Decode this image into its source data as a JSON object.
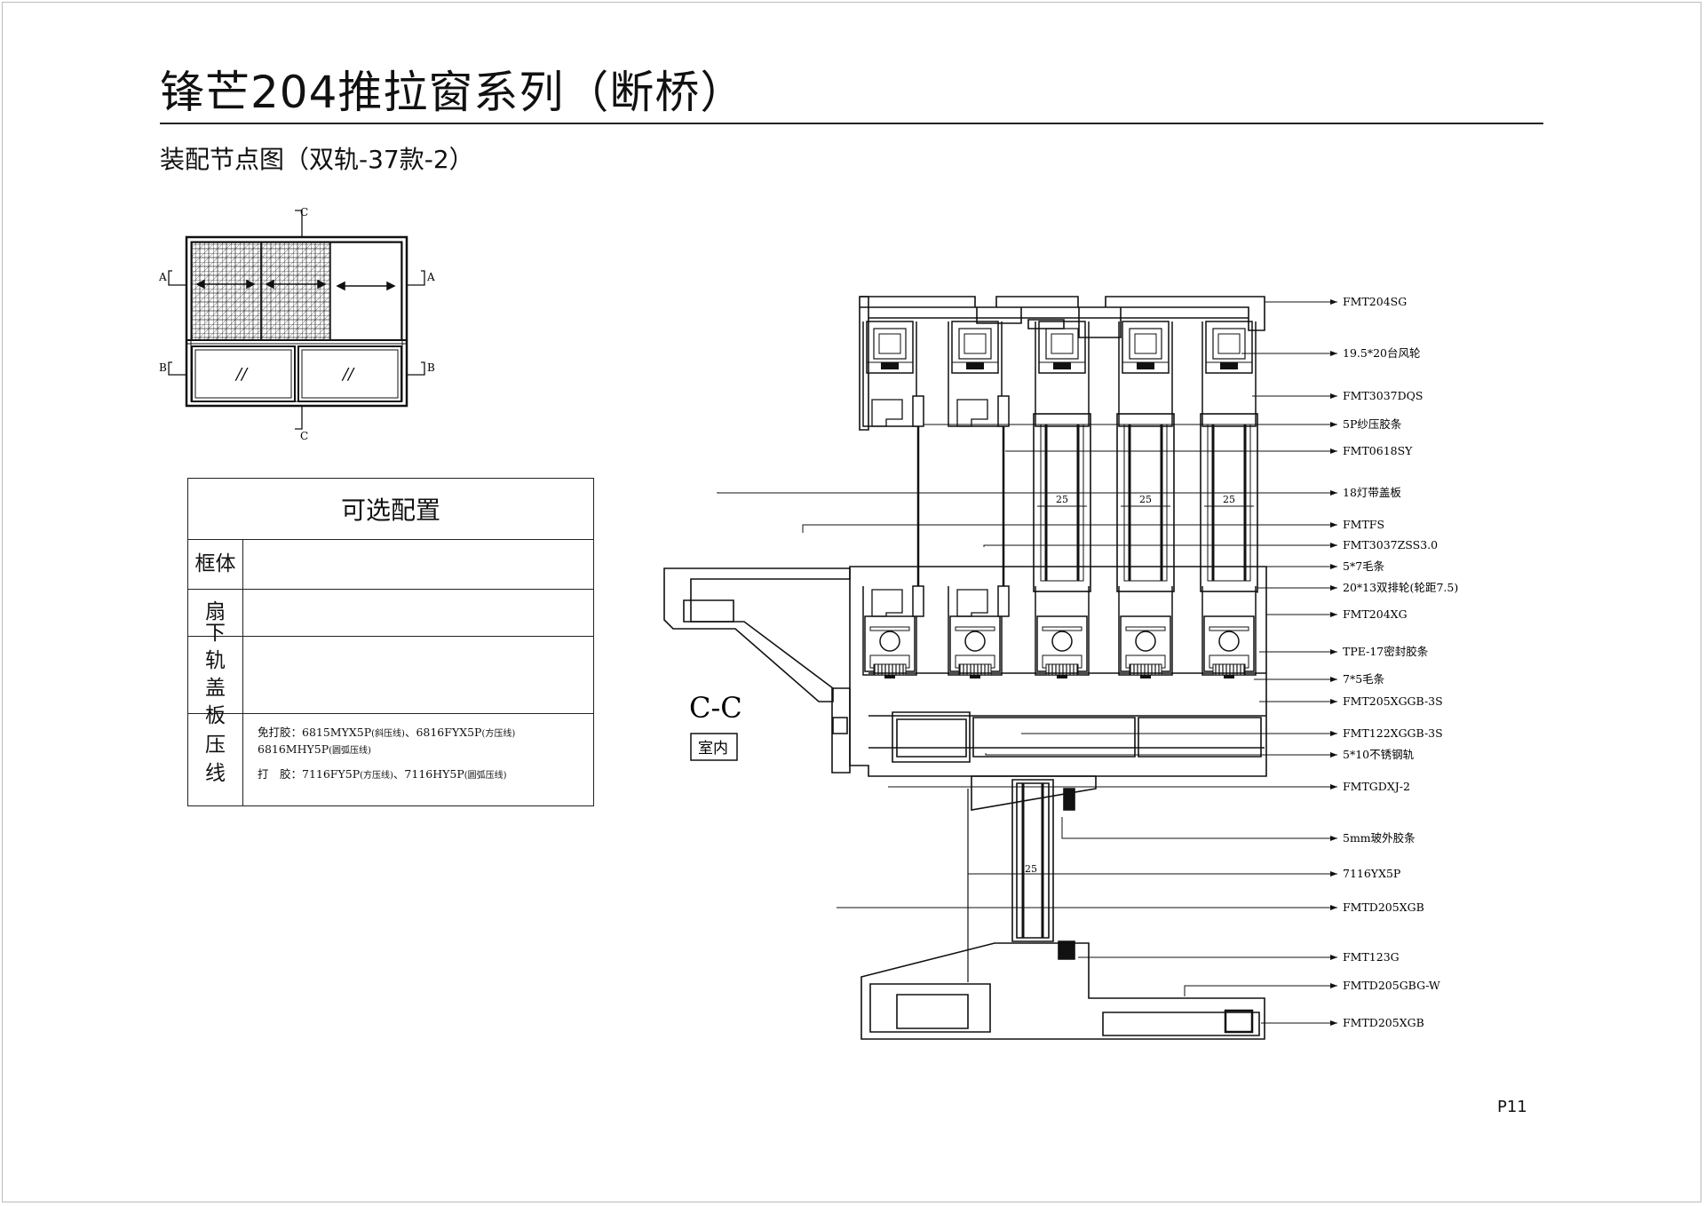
{
  "title": "锋芒204推拉窗系列（断桥）",
  "subtitle": "装配节点图（双轨-37款-2）",
  "page_number": "P11",
  "elevation": {
    "marks": {
      "top": "C",
      "bottom": "C",
      "left_upper": "A",
      "right_upper": "A",
      "left_lower": "B",
      "right_lower": "B"
    },
    "glass_symbol": "//"
  },
  "config_table": {
    "header": "可选配置",
    "rows": [
      {
        "label": "框体",
        "value": ""
      },
      {
        "label": "扇",
        "value": ""
      },
      {
        "label": "下轨盖板",
        "value": ""
      },
      {
        "label": "压线",
        "line1_prefix": "免打胶：6815MYX5P",
        "line1_note1": "(斜压线)",
        "line1_mid": "、6816FYX5P",
        "line1_note2": "(方压线)",
        "line2_prefix": "6816MHY5P",
        "line2_note": "(圆弧压线)",
        "line3_prefix": "打　胶：7116FY5P",
        "line3_note1": "(方压线)",
        "line3_mid": "、7116HY5P",
        "line3_note2": "(圆弧压线)"
      }
    ]
  },
  "section": {
    "label": "C-C",
    "indoor": "室内",
    "dimension": "25",
    "callouts": [
      "FMT204SG",
      "19.5*20台风轮",
      "FMT3037DQS",
      "5P纱压胶条",
      "FMT0618SY",
      "18灯带盖板",
      "FMTFS",
      "FMT3037ZSS3.0",
      "5*7毛条",
      "20*13双排轮(轮距7.5)",
      "FMT204XG",
      "TPE-17密封胶条",
      "7*5毛条",
      "FMT205XGGB-3S",
      "FMT122XGGB-3S",
      "5*10不锈钢轨",
      "FMTGDXJ-2",
      "5mm玻外胶条",
      "7116YX5P",
      "FMTD205XGB",
      "FMT123G",
      "FMTD205GBG-W",
      "FMTD205XGB"
    ]
  }
}
